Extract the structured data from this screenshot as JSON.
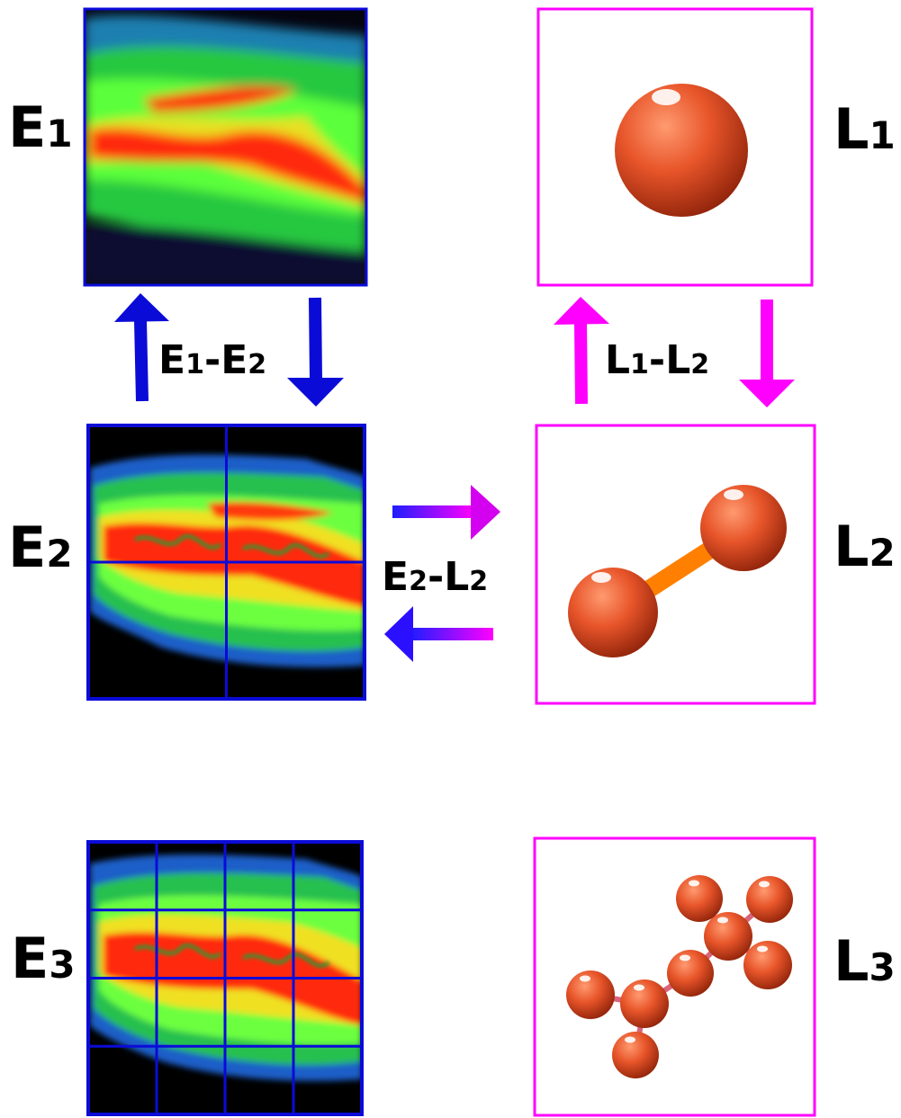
{
  "labels": {
    "e1": {
      "main": "E",
      "sub": "1"
    },
    "e2": {
      "main": "E",
      "sub": "2"
    },
    "e3": {
      "main": "E",
      "sub": "3"
    },
    "l1": {
      "main": "L",
      "sub": "1"
    },
    "l2": {
      "main": "L",
      "sub": "2"
    },
    "l3": {
      "main": "L",
      "sub": "3"
    }
  },
  "links": {
    "e1_e2": {
      "a": "E",
      "a_sub": "1",
      "dash": "-",
      "b": "E",
      "b_sub": "2"
    },
    "l1_l2": {
      "a": "L",
      "a_sub": "1",
      "dash": "-",
      "b": "L",
      "b_sub": "2"
    },
    "e2_l2": {
      "a": "E",
      "a_sub": "2",
      "dash": "-",
      "b": "L",
      "b_sub": "2"
    }
  },
  "colors": {
    "eulerian": "#0b0bd8",
    "lagrangian": "#ff00ff",
    "particle": "#e8552a",
    "bond": "#ff8000",
    "bond_small": "#d9657a"
  },
  "icons": {
    "up_arrow": "arrow-up-icon",
    "down_arrow": "arrow-down-icon",
    "right_arrow": "arrow-right-icon",
    "left_arrow": "arrow-left-icon"
  },
  "grids": {
    "e1": {
      "rows": 1,
      "cols": 1
    },
    "e2": {
      "rows": 2,
      "cols": 2
    },
    "e3": {
      "rows": 4,
      "cols": 4
    }
  }
}
